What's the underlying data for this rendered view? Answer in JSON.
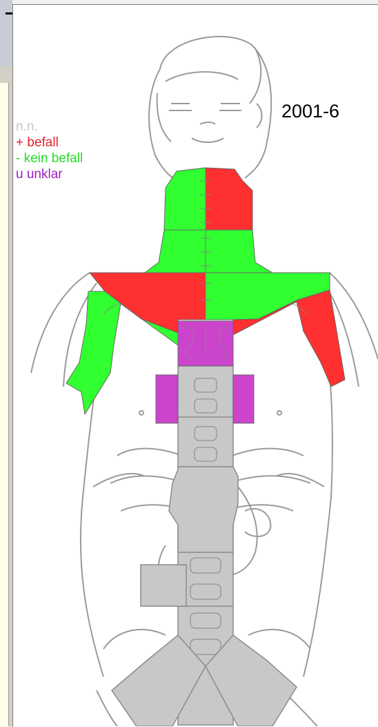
{
  "record_code": "2001-6",
  "legend": [
    {
      "label": "n.n.",
      "color": "#c8c8c8"
    },
    {
      "label": "+ befall",
      "color": "#e8202a"
    },
    {
      "label": "- kein befall",
      "color": "#22dd22"
    },
    {
      "label": "u unklar",
      "color": "#a020c0"
    }
  ],
  "status_colors": {
    "positive": "#ff3030",
    "negative": "#30ff30",
    "unclear": "#cc44cc",
    "not_examined": "#c8c8c8"
  },
  "regions": [
    {
      "id": "neck-upper-left",
      "status": "negative"
    },
    {
      "id": "neck-upper-right",
      "status": "positive"
    },
    {
      "id": "neck-lower-left",
      "status": "negative"
    },
    {
      "id": "neck-lower-right",
      "status": "negative"
    },
    {
      "id": "shoulder-left",
      "status": "positive"
    },
    {
      "id": "shoulder-right",
      "status": "negative"
    },
    {
      "id": "axilla-left",
      "status": "negative"
    },
    {
      "id": "axilla-right",
      "status": "positive"
    },
    {
      "id": "sternum-upper",
      "status": "unclear"
    },
    {
      "id": "parasternal-left",
      "status": "unclear"
    },
    {
      "id": "parasternal-right",
      "status": "unclear"
    },
    {
      "id": "mediastinum",
      "status": "not_examined"
    },
    {
      "id": "abdomen-paraaortic",
      "status": "not_examined"
    },
    {
      "id": "pelvis-left",
      "status": "not_examined"
    },
    {
      "id": "pelvis-right",
      "status": "not_examined"
    },
    {
      "id": "iliac-left",
      "status": "not_examined"
    }
  ]
}
